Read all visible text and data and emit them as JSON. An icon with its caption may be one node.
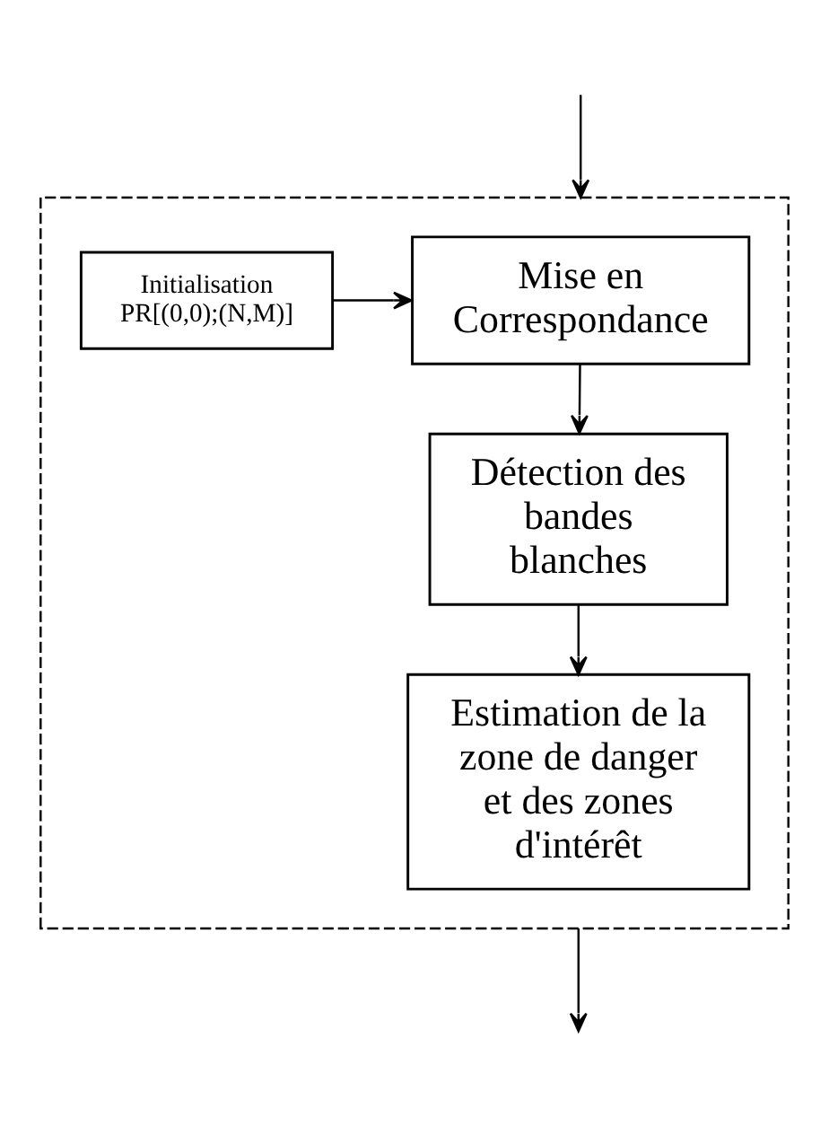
{
  "diagram": {
    "nodes": [
      {
        "text": [],
        "shape": "box"
      },
      {
        "text": [
          "Initialisation PR[(0,0);(N,M)]"
        ],
        "in": 0
      },
      {
        "text": [
          "Mise en Correspondance"
        ],
        "in": 0
      },
      {
        "text": [
          "Détection des bandes blanches"
        ],
        "in": 0
      },
      {
        "text": [
          "Estimation de la zone de danger et des zones d'intérêt"
        ],
        "in": 0
      }
    ],
    "edges": [
      {
        "from": null,
        "to": 0,
        "arrow": "to"
      },
      {
        "from": 1,
        "to": 2,
        "arrow": "to"
      },
      {
        "from": 2,
        "to": 3,
        "arrow": "to"
      },
      {
        "from": 3,
        "to": 4,
        "arrow": "to"
      },
      {
        "from": 0,
        "to": null,
        "arrow": "to"
      }
    ]
  }
}
